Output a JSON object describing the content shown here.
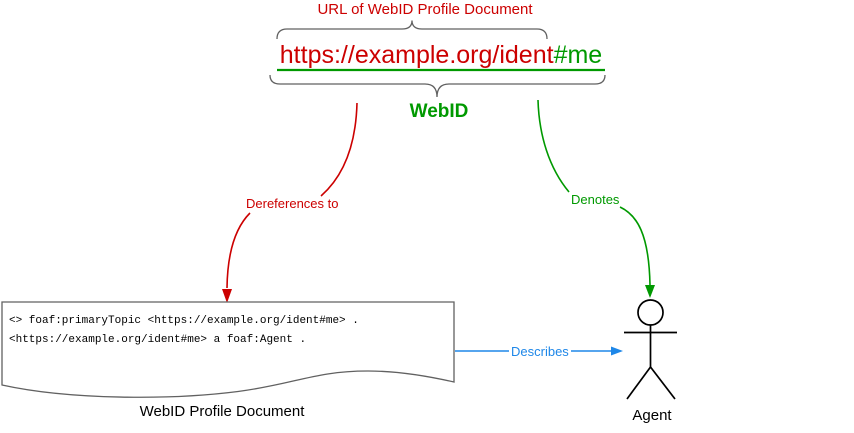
{
  "title": "WebID diagram",
  "colors": {
    "red": "#CC0000",
    "green": "#009900",
    "blue": "#1E87E8",
    "gray": "#616161",
    "black": "#000000"
  },
  "header": {
    "caption": "URL of WebID Profile Document"
  },
  "url": {
    "document_part": "https://example.org/ident",
    "fragment_part": "#me",
    "label": "WebID"
  },
  "arrows": {
    "dereferences_label": "Dereferences to",
    "denotes_label": "Denotes",
    "describes_label": "Describes"
  },
  "profile_document": {
    "code_lines": [
      "<> foaf:primaryTopic <https://example.org/ident#me> .",
      "<https://example.org/ident#me> a foaf:Agent ."
    ],
    "label": "WebID Profile Document"
  },
  "agent": {
    "label": "Agent"
  },
  "icons": {
    "agent_icon": "stick-figure",
    "profile_document_icon": "wavy-document",
    "url_grouping_icons": [
      "over-brace",
      "under-brace"
    ]
  }
}
